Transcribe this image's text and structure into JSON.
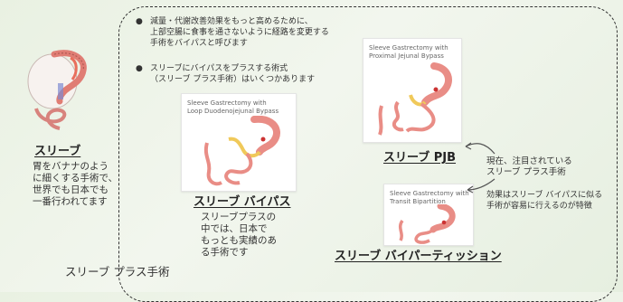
{
  "sleeve": {
    "title": "スリーブ",
    "desc_lines": [
      "胃をバナナのよう",
      "に細くする手術で、",
      "世界でも日本でも",
      "一番行われてます"
    ]
  },
  "bullets": [
    {
      "lines": [
        "減量・代謝改善効果をもっと高めるために、",
        "上部空腸に食事を通さないように経路を変更する",
        "手術をバイパスと呼びます"
      ]
    },
    {
      "lines": [
        "スリーブにバイパスをプラスする術式",
        "（スリーブ プラス手術）はいくつかあります"
      ]
    }
  ],
  "group_label": "スリーブ プラス手術",
  "bypass": {
    "card_title_lines": [
      "Sleeve Gastrectomy with",
      "Loop Duodenojejunal Bypass"
    ],
    "heading": "スリーブ バイパス",
    "desc_lines": [
      "スリーブプラスの",
      "中では、日本で",
      "もっとも実績のあ",
      "る手術です"
    ]
  },
  "pjb": {
    "card_title_lines": [
      "Sleeve Gastrectomy with",
      "Proximal Jejunal Bypass"
    ],
    "heading": "スリーブ PJB",
    "note_lines": [
      "現在、注目されている",
      "スリーブ プラス手術"
    ]
  },
  "bipartition": {
    "card_title_lines": [
      "Sleeve Gastrectomy with",
      "Transit Bipartition"
    ],
    "heading": "スリーブ バイパーティッション",
    "note_lines": [
      "効果はスリーブ バイパスに似る",
      "手術が容易に行えるのが特徴"
    ]
  },
  "colors": {
    "stomach": "#f2a7a0",
    "intestine": "#e98d86",
    "bile": "#f0c95a"
  }
}
